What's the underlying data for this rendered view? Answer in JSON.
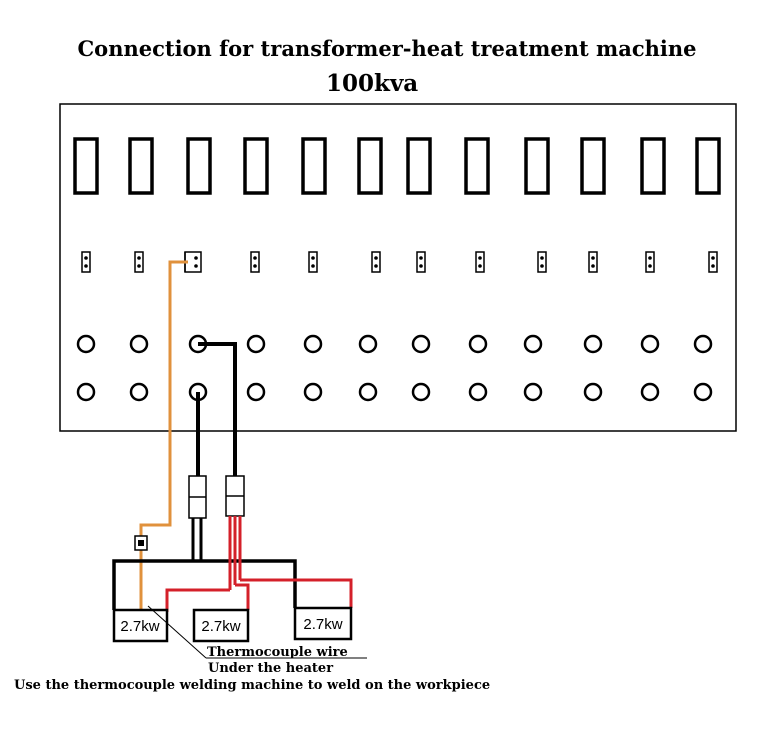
{
  "title": "Connection for transformer-heat treatment machine",
  "subtitle": "100kva",
  "heaters": [
    {
      "label": "2.7kw"
    },
    {
      "label": "2.7kw"
    },
    {
      "label": "2.7kw"
    }
  ],
  "notes": {
    "thermocouple_wire": "Thermocouple wire",
    "under_heater": "Under the heater",
    "welding": "Use the thermocouple welding machine to weld on the workpiece"
  },
  "panel": {
    "columns": 12,
    "breaker_rows": 1,
    "thermocouple_socket_rows": 1,
    "terminal_rows": 2
  },
  "colors": {
    "thermocouple_wire": "#e0913c",
    "power_cable": "#000000",
    "heater_lead": "#d4202a"
  }
}
